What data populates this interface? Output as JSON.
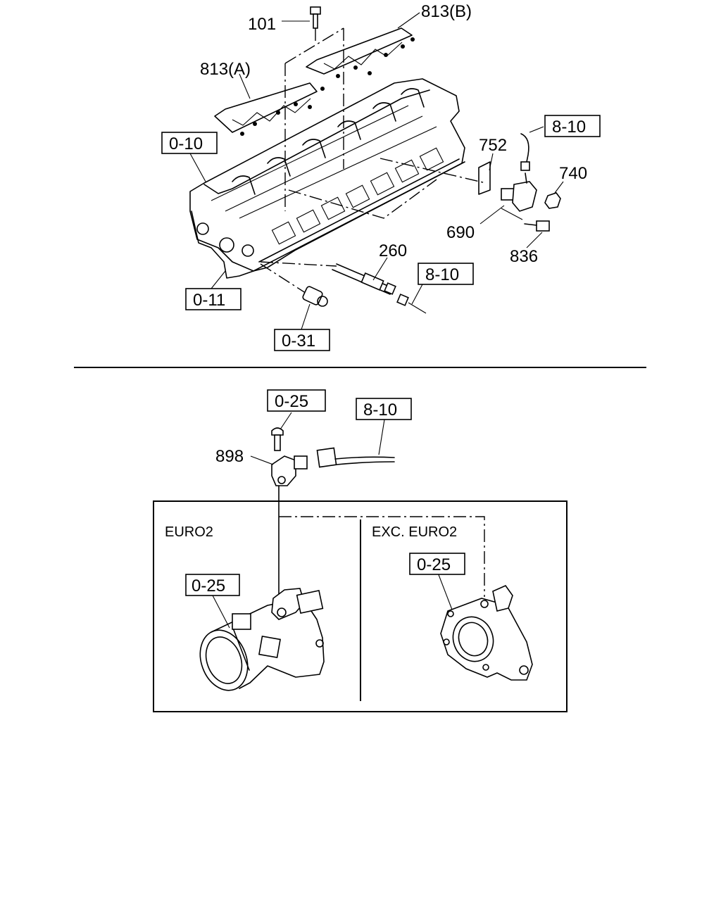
{
  "callouts": {
    "c101": "101",
    "c813b": "813(B)",
    "c813a": "813(A)",
    "c752": "752",
    "c740": "740",
    "c690": "690",
    "c836": "836",
    "c260": "260",
    "c898": "898"
  },
  "refboxes": {
    "r010": "0-10",
    "r011": "0-11",
    "r031": "0-31",
    "r810_top": "8-10",
    "r810_mid": "8-10",
    "r810_bottom": "8-10",
    "r025_top": "0-25",
    "r025_left": "0-25",
    "r025_right": "0-25"
  },
  "regions": {
    "euro2": "EURO2",
    "exc_euro2": "EXC. EURO2"
  }
}
